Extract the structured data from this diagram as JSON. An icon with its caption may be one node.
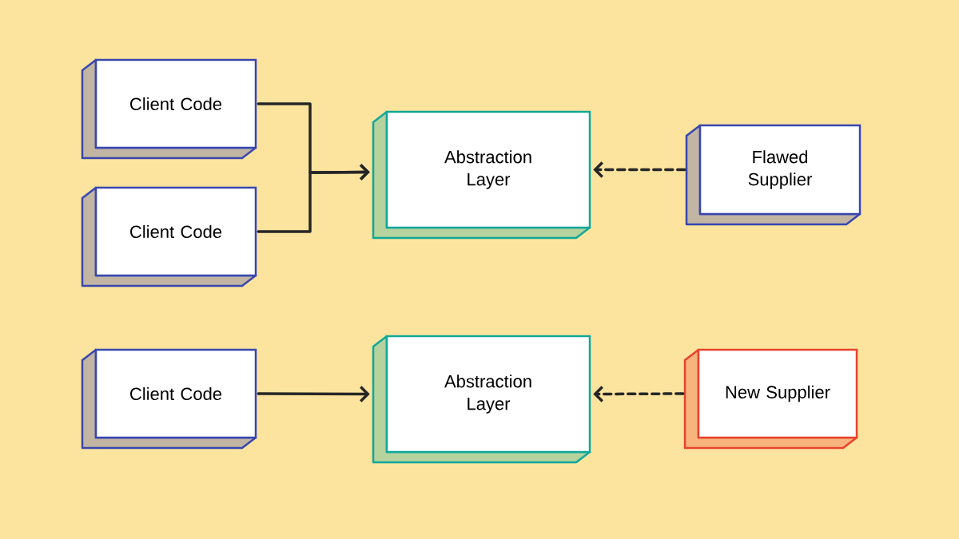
{
  "diagram": {
    "nodes": [
      {
        "text": [
          "Client Code"
        ]
      },
      {
        "text": [
          "Client Code"
        ]
      },
      {
        "text": [
          "Abstraction Layer"
        ]
      },
      {
        "text": [
          "Flawed Supplier"
        ]
      },
      {
        "text": [
          "Client Code"
        ]
      },
      {
        "text": [
          "Abstraction Layer"
        ]
      },
      {
        "text": [
          "New Supplier"
        ]
      }
    ],
    "edges": [
      {
        "from": 0,
        "to": 2,
        "arrow": "to"
      },
      {
        "from": 1,
        "to": 2,
        "arrow": "to"
      },
      {
        "from": 3,
        "to": 2,
        "arrow": "to",
        "style": "dashed"
      },
      {
        "from": 4,
        "to": 5,
        "arrow": "to"
      },
      {
        "from": 6,
        "to": 5,
        "arrow": "to",
        "style": "dashed"
      }
    ]
  }
}
